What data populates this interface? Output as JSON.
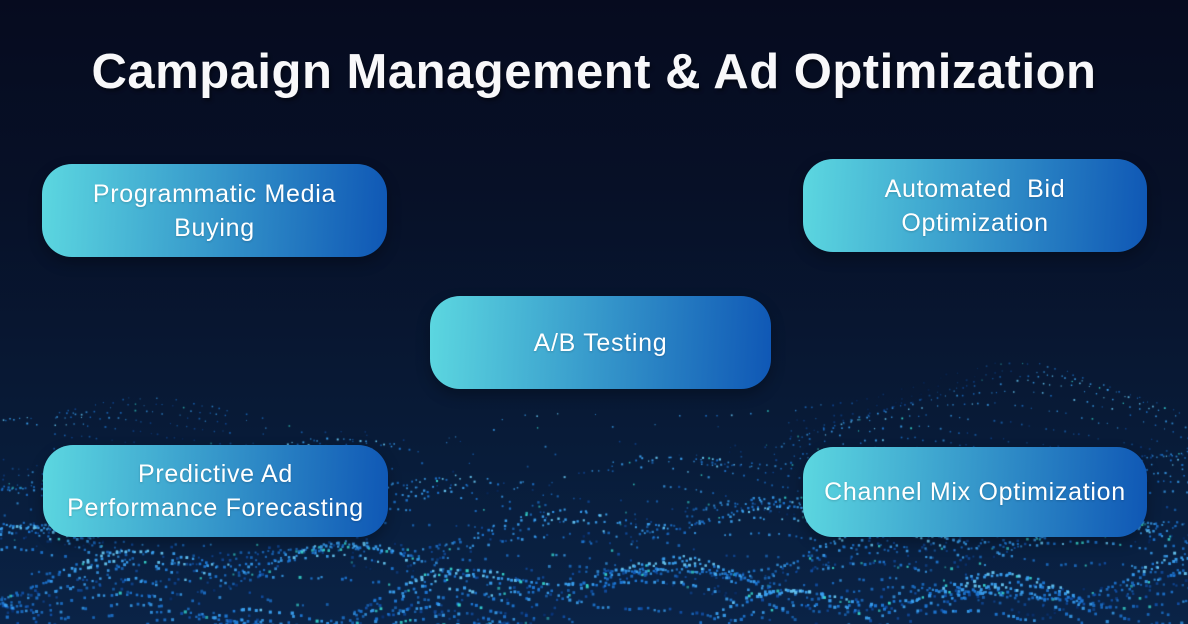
{
  "title": "Campaign Management & Ad Optimization",
  "cards": [
    {
      "label": "Programmatic Media\nBuying"
    },
    {
      "label": "Automated  Bid\nOptimization"
    },
    {
      "label": "A/B Testing"
    },
    {
      "label": "Predictive Ad\nPerformance Forecasting"
    },
    {
      "label": "Channel Mix Optimization"
    }
  ],
  "colors": {
    "background_top": "#060b1f",
    "background_bottom": "#0a2346",
    "card_gradient_start": "#5cd7e0",
    "card_gradient_end": "#0f57b5",
    "title_color": "#f8f8fa",
    "card_text_color": "#ffffff",
    "particle_colors": [
      "#0a3a8c",
      "#1257b8",
      "#1e79d8",
      "#3aa0f0",
      "#66c6f2",
      "#36d6cd"
    ]
  }
}
